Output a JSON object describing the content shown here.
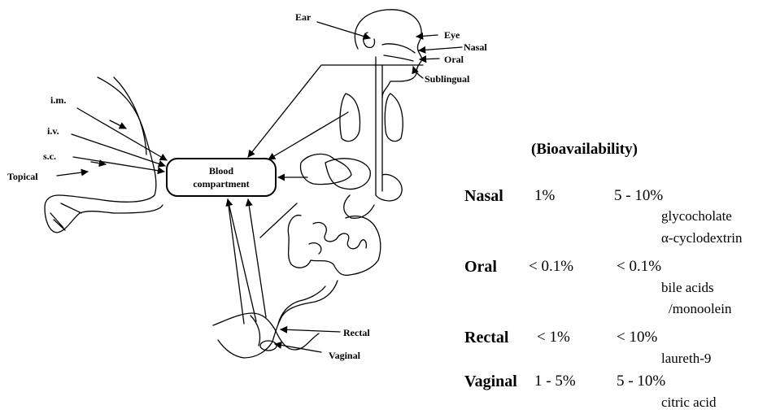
{
  "diagram": {
    "labels": {
      "ear": "Ear",
      "eye": "Eye",
      "nasal": "Nasal",
      "oral": "Oral",
      "sublingual": "Sublingual",
      "im": "i.m.",
      "iv": "i.v.",
      "sc": "s.c.",
      "topical": "Topical",
      "rectal": "Rectal",
      "vaginal": "Vaginal"
    },
    "blood_compartment": {
      "line1": "Blood",
      "line2": "compartment"
    }
  },
  "bioavailability": {
    "title": "(Bioavailability)",
    "rows": [
      {
        "route": "Nasal",
        "without": "1%",
        "with": "5 - 10%",
        "enhancers": [
          "glycocholate",
          "α-cyclodextrin"
        ]
      },
      {
        "route": "Oral",
        "without": "< 0.1%",
        "with": "< 0.1%",
        "enhancers": [
          "bile acids",
          "/monoolein"
        ]
      },
      {
        "route": "Rectal",
        "without": "< 1%",
        "with": "< 10%",
        "enhancers": [
          "laureth-9"
        ]
      },
      {
        "route": "Vaginal",
        "without": "1 - 5%",
        "with": "5 - 10%",
        "enhancers": [
          "citric acid"
        ]
      }
    ]
  }
}
